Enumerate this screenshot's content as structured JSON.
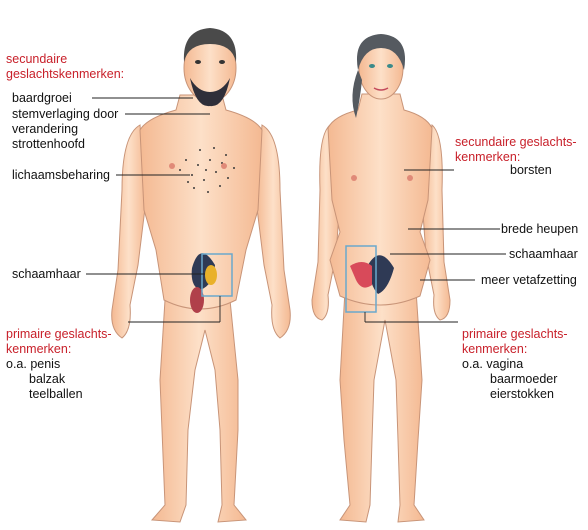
{
  "male": {
    "secondary_heading": [
      "secundaire",
      "geslachtskenmerken:"
    ],
    "beard": "baardgroei",
    "voice": [
      "stemverlaging door",
      "verandering",
      "strottenhoofd"
    ],
    "body_hair": "lichaamsbeharing",
    "pubic_hair": "schaamhaar",
    "primary_heading": [
      "primaire geslachts-",
      "kenmerken:"
    ],
    "primary_items": [
      "o.a. penis",
      "balzak",
      "teelballen"
    ]
  },
  "female": {
    "secondary_heading": [
      "secundaire geslachts-",
      "kenmerken:"
    ],
    "breasts": "borsten",
    "hips": "brede heupen",
    "pubic_hair": "schaamhaar",
    "fat": "meer vetafzetting",
    "primary_heading": [
      "primaire geslachts-",
      "kenmerken:"
    ],
    "primary_items": [
      "o.a. vagina",
      "baarmoeder",
      "eierstokken"
    ]
  },
  "colors": {
    "heading_red": "#c8202a",
    "skin": "#fbd2b2",
    "outline": "#c89478",
    "leader": "#222222",
    "inset_frame": "#6aa8cc"
  }
}
